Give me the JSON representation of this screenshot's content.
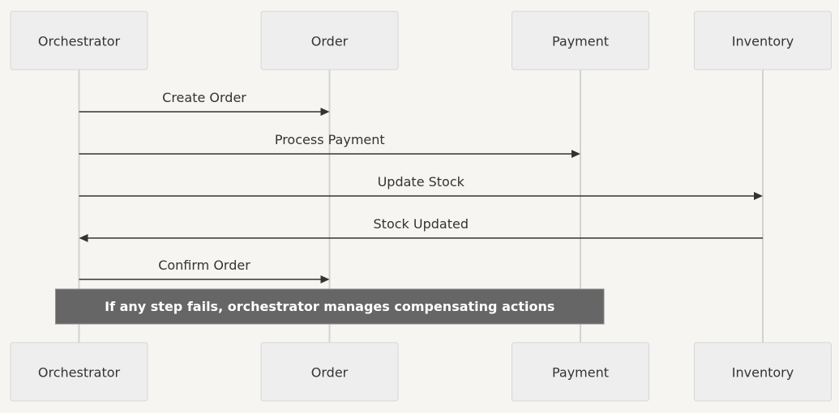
{
  "colors": {
    "background": "#f6f5f2",
    "actor_fill": "#eeeeee",
    "actor_border": "#d6d6d6",
    "lifeline": "#d2d2d2",
    "message": "#333333",
    "note_fill": "#666666",
    "note_text": "#ffffff"
  },
  "participants": [
    "Orchestrator",
    "Order",
    "Payment",
    "Inventory"
  ],
  "messages": [
    {
      "from": 0,
      "to": 1,
      "label": "Create Order"
    },
    {
      "from": 0,
      "to": 2,
      "label": "Process Payment"
    },
    {
      "from": 0,
      "to": 3,
      "label": "Update Stock"
    },
    {
      "from": 3,
      "to": 0,
      "label": "Stock Updated"
    },
    {
      "from": 0,
      "to": 1,
      "label": "Confirm Order"
    }
  ],
  "note": {
    "text": "If any step fails, orchestrator manages compensating actions",
    "over": [
      0,
      2
    ]
  }
}
